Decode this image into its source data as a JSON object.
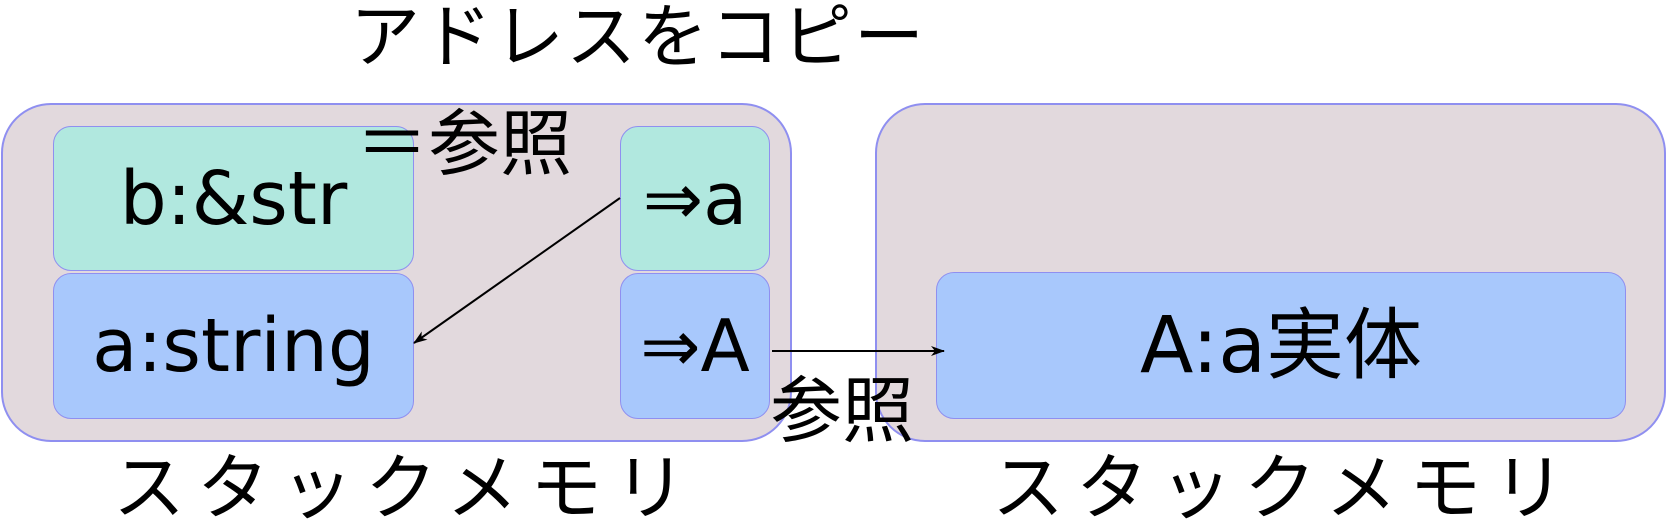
{
  "title": "アドレスをコピー",
  "left_panel": {
    "label": "スタックメモリ",
    "b_box": "b:&str",
    "a_box": "a:string",
    "ptr_a": "⇒a",
    "ptr_A": "⇒A",
    "ref_label": "＝参照"
  },
  "right_panel": {
    "label": "スタックメモリ",
    "entity_box": "A:a実体"
  },
  "bottom_ref_label": "参照",
  "colors": {
    "panel_fill": "#e2d9dd",
    "panel_border": "#8f8ff0",
    "teal_box": "#b1e8df",
    "blue_box": "#a8c8fc",
    "arrow": "#000000"
  }
}
